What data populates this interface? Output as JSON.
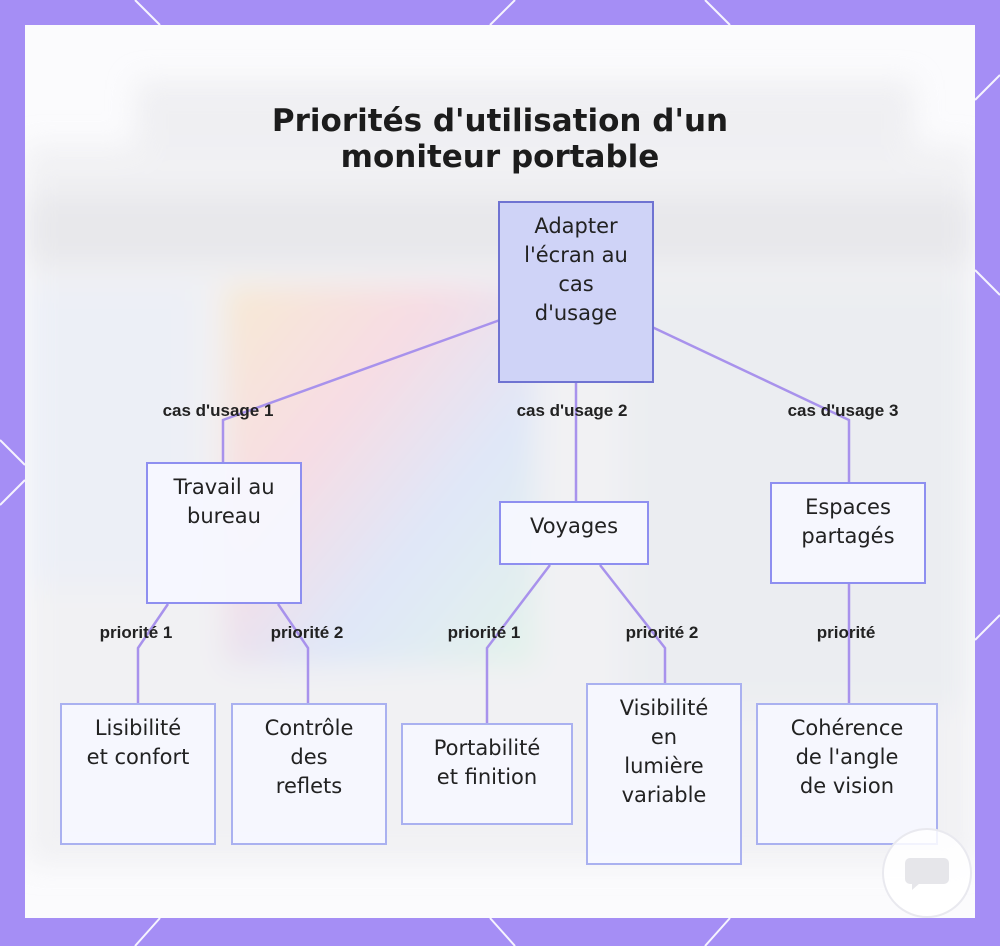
{
  "title_lines": [
    "Priorités d'utilisation d'un",
    "moniteur portable"
  ],
  "nodes": {
    "root": [
      "Adapter",
      "l'écran au",
      "cas",
      "d'usage"
    ],
    "bureau": [
      "Travail au",
      "bureau"
    ],
    "voyages": [
      "Voyages"
    ],
    "espaces": [
      "Espaces",
      "partagés"
    ],
    "lisibilite": [
      "Lisibilité",
      "et confort"
    ],
    "controle": [
      "Contrôle",
      "des",
      "reflets"
    ],
    "portabilite": [
      "Portabilité",
      "et finition"
    ],
    "visibilite": [
      "Visibilité",
      "en",
      "lumière",
      "variable"
    ],
    "coherence": [
      "Cohérence",
      "de l'angle",
      "de vision"
    ]
  },
  "edge_labels": {
    "use1": "cas d'usage 1",
    "use2": "cas d'usage 2",
    "use3": "cas d'usage 3",
    "bureau_p1": "priorité 1",
    "bureau_p2": "priorité 2",
    "voyages_p1": "priorité 1",
    "voyages_p2": "priorité 2",
    "espaces_p": "priorité"
  },
  "colors": {
    "frame": "#a58ef5",
    "edge": "#a892ec",
    "root_fill": "#cfd3f7",
    "root_border": "#6f73d2",
    "node_border": "#aab1f0"
  },
  "icons": {
    "corner": "chat-bubble-icon"
  }
}
